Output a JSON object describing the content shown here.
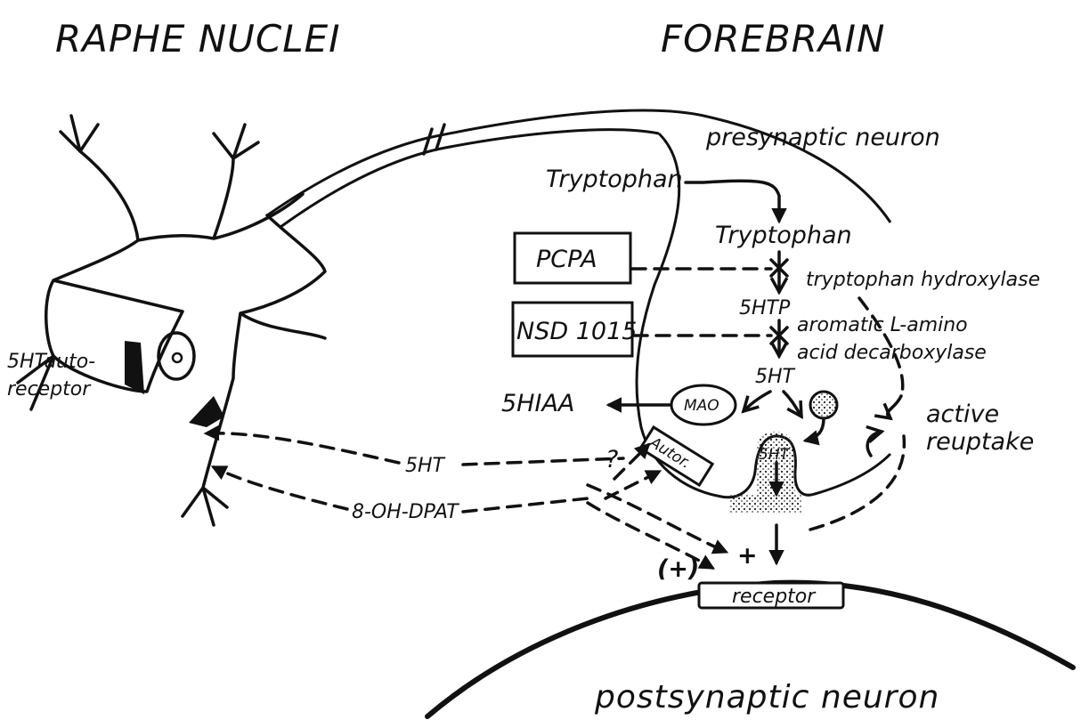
{
  "titles": {
    "left": "RAPHE NUCLEI",
    "right": "FOREBRAIN"
  },
  "neurons": {
    "presynaptic": "presynaptic neuron",
    "postsynaptic": "postsynaptic neuron"
  },
  "pathway": {
    "tryptophan_outside": "Tryptophan",
    "tryptophan_inside": "Tryptophan",
    "enzyme1": "tryptophan hydroxylase",
    "intermediate": "5HTP",
    "enzyme2_line1": "aromatic L-amino",
    "enzyme2_line2": "acid decarboxylase",
    "product": "5HT",
    "metabolite": "5HIAA",
    "mao": "MAO"
  },
  "inhibitors": {
    "pcpa": "PCPA",
    "nsd": "NSD 1015"
  },
  "receptors": {
    "autoreceptor_line1": "5HTauto-",
    "autoreceptor_line2": "receptor",
    "terminal_autoreceptor": "Autor.",
    "postsynaptic": "receptor"
  },
  "vesicle_label": "5HT",
  "reuptake": {
    "line1": "active",
    "line2": "reuptake"
  },
  "drugs": {
    "agonist_5ht": "5HT",
    "agonist_dpat": "8-OH-DPAT"
  },
  "effects": {
    "question": "?",
    "plus": "+",
    "plus_paren": "(+)"
  }
}
